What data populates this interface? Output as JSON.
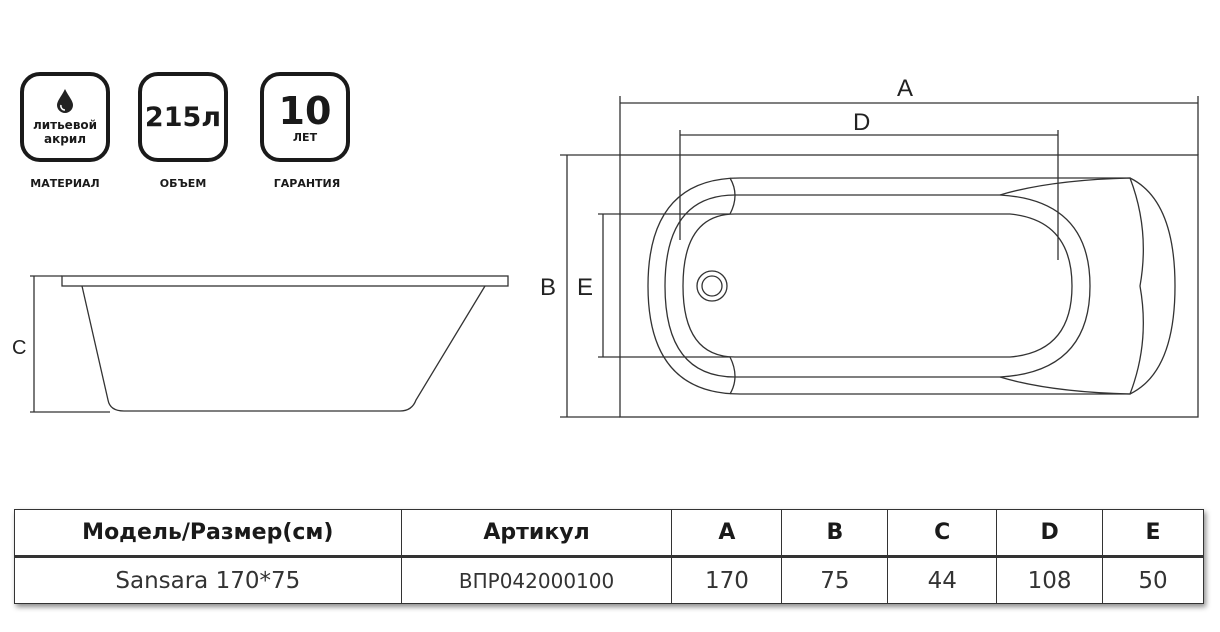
{
  "badges": {
    "material": {
      "value": "литьевой акрил",
      "line1": "литьевой",
      "line2": "акрил",
      "caption": "МАТЕРИАЛ",
      "icon": "drop-icon"
    },
    "volume": {
      "value": "215л",
      "caption": "ОБЪЕМ"
    },
    "warranty": {
      "value": "10",
      "unit": "ЛЕТ",
      "caption": "ГАРАНТИЯ"
    }
  },
  "dimension_labels": {
    "a": "A",
    "b": "B",
    "c": "C",
    "d": "D",
    "e": "E"
  },
  "table": {
    "headers": [
      "Модель/Размер(см)",
      "Артикул",
      "A",
      "B",
      "C",
      "D",
      "E"
    ],
    "rows": [
      [
        "Sansara 170*75",
        "ВПР042000100",
        "170",
        "75",
        "44",
        "108",
        "50"
      ]
    ]
  }
}
